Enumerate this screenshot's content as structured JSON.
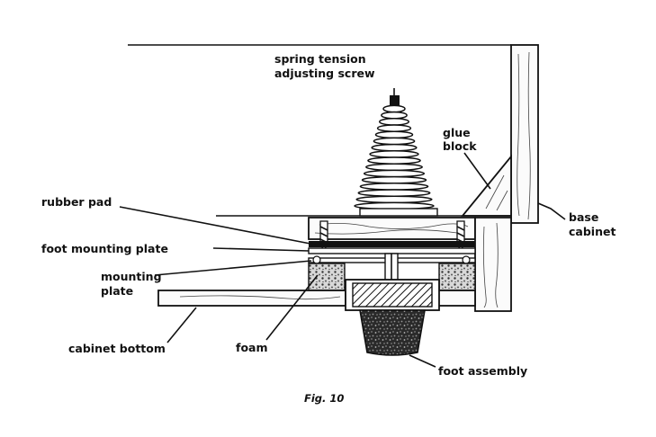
{
  "labels": {
    "spring_line1": "spring tension",
    "spring_line2": "adjusting screw",
    "glue_line1": "glue",
    "glue_line2": "block",
    "base_line1": "base",
    "base_line2": "cabinet",
    "rubber_pad": "rubber pad",
    "foot_mounting_plate": "foot mounting plate",
    "mounting_line1": "mounting",
    "mounting_line2": "plate",
    "cabinet_bottom": "cabinet bottom",
    "foam": "foam",
    "foot_assembly": "foot assembly"
  },
  "caption": "Fig. 10"
}
